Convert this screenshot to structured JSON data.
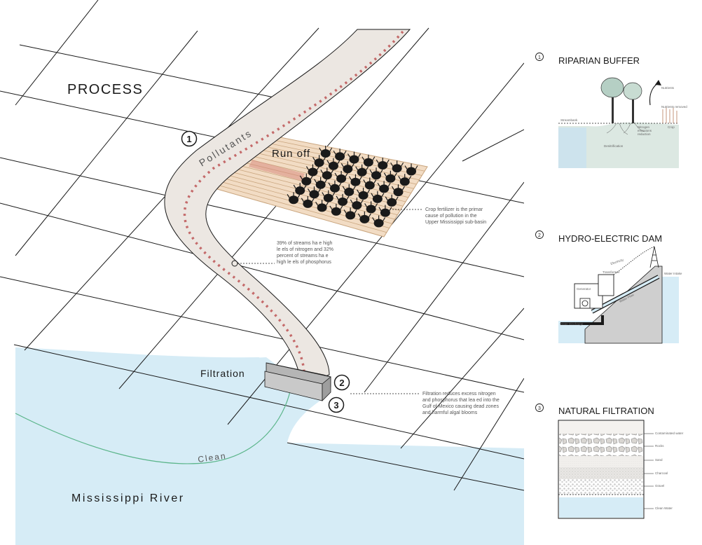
{
  "title": "PROCESS",
  "labels": {
    "pollutants": "Pollutants",
    "runoff": "Run off",
    "filtration": "Filtration",
    "clean": "Clean",
    "river": "Mississippi River"
  },
  "markers": {
    "one": "1",
    "two": "2",
    "three": "3"
  },
  "annotations": {
    "crop": [
      "Crop fertilizer is the primar",
      "cause of pollution in the",
      "Upper Mississippi sub-basin"
    ],
    "streams": [
      "39% of streams ha e high",
      "le els of nitrogen and 32%",
      "percent of streams ha e",
      "high le els of phosphorus"
    ],
    "filtration": [
      "Filtration reduces excess nitrogen",
      "and phosphorus that lea ed into the",
      "Gulf of Mexico causing dead zones",
      "and harmful algal blooms"
    ]
  },
  "panels": {
    "riparian": {
      "num": "1",
      "title": "RIPARIAN BUFFER",
      "small": {
        "streambank": "Streambank",
        "nutrients": "Nutrients",
        "nutrients_removed": "Nutrients removed",
        "nitrogen": "Nitrogen",
        "emissions": "emissions",
        "reduction": "reduction",
        "crop": "Crop",
        "denitrification": "Denitrification"
      }
    },
    "dam": {
      "num": "2",
      "title": "HYDRO-ELECTRIC DAM",
      "small": {
        "electricity": "Electricity",
        "transformer": "Transformer",
        "generator": "Generator",
        "water_intake": "Water Intake",
        "water_flow": "Water Flow",
        "water_discharge": "Water Discharge"
      }
    },
    "natural": {
      "num": "3",
      "title": "NATURAL FILTRATION",
      "layers": [
        "Contaminated water",
        "Rocks",
        "Sand",
        "Charcoal",
        "Gravel",
        "Clean Water"
      ]
    }
  },
  "colors": {
    "river": "#d6ecf6",
    "path": "#ece7e2",
    "dots": "#c46a6a",
    "clean_line": "#5bb58a",
    "field": "#f2dcc4",
    "field_line": "#c9a57e",
    "runoff_stripe": "#d98c80",
    "dam_block": "#c9c9c9"
  }
}
